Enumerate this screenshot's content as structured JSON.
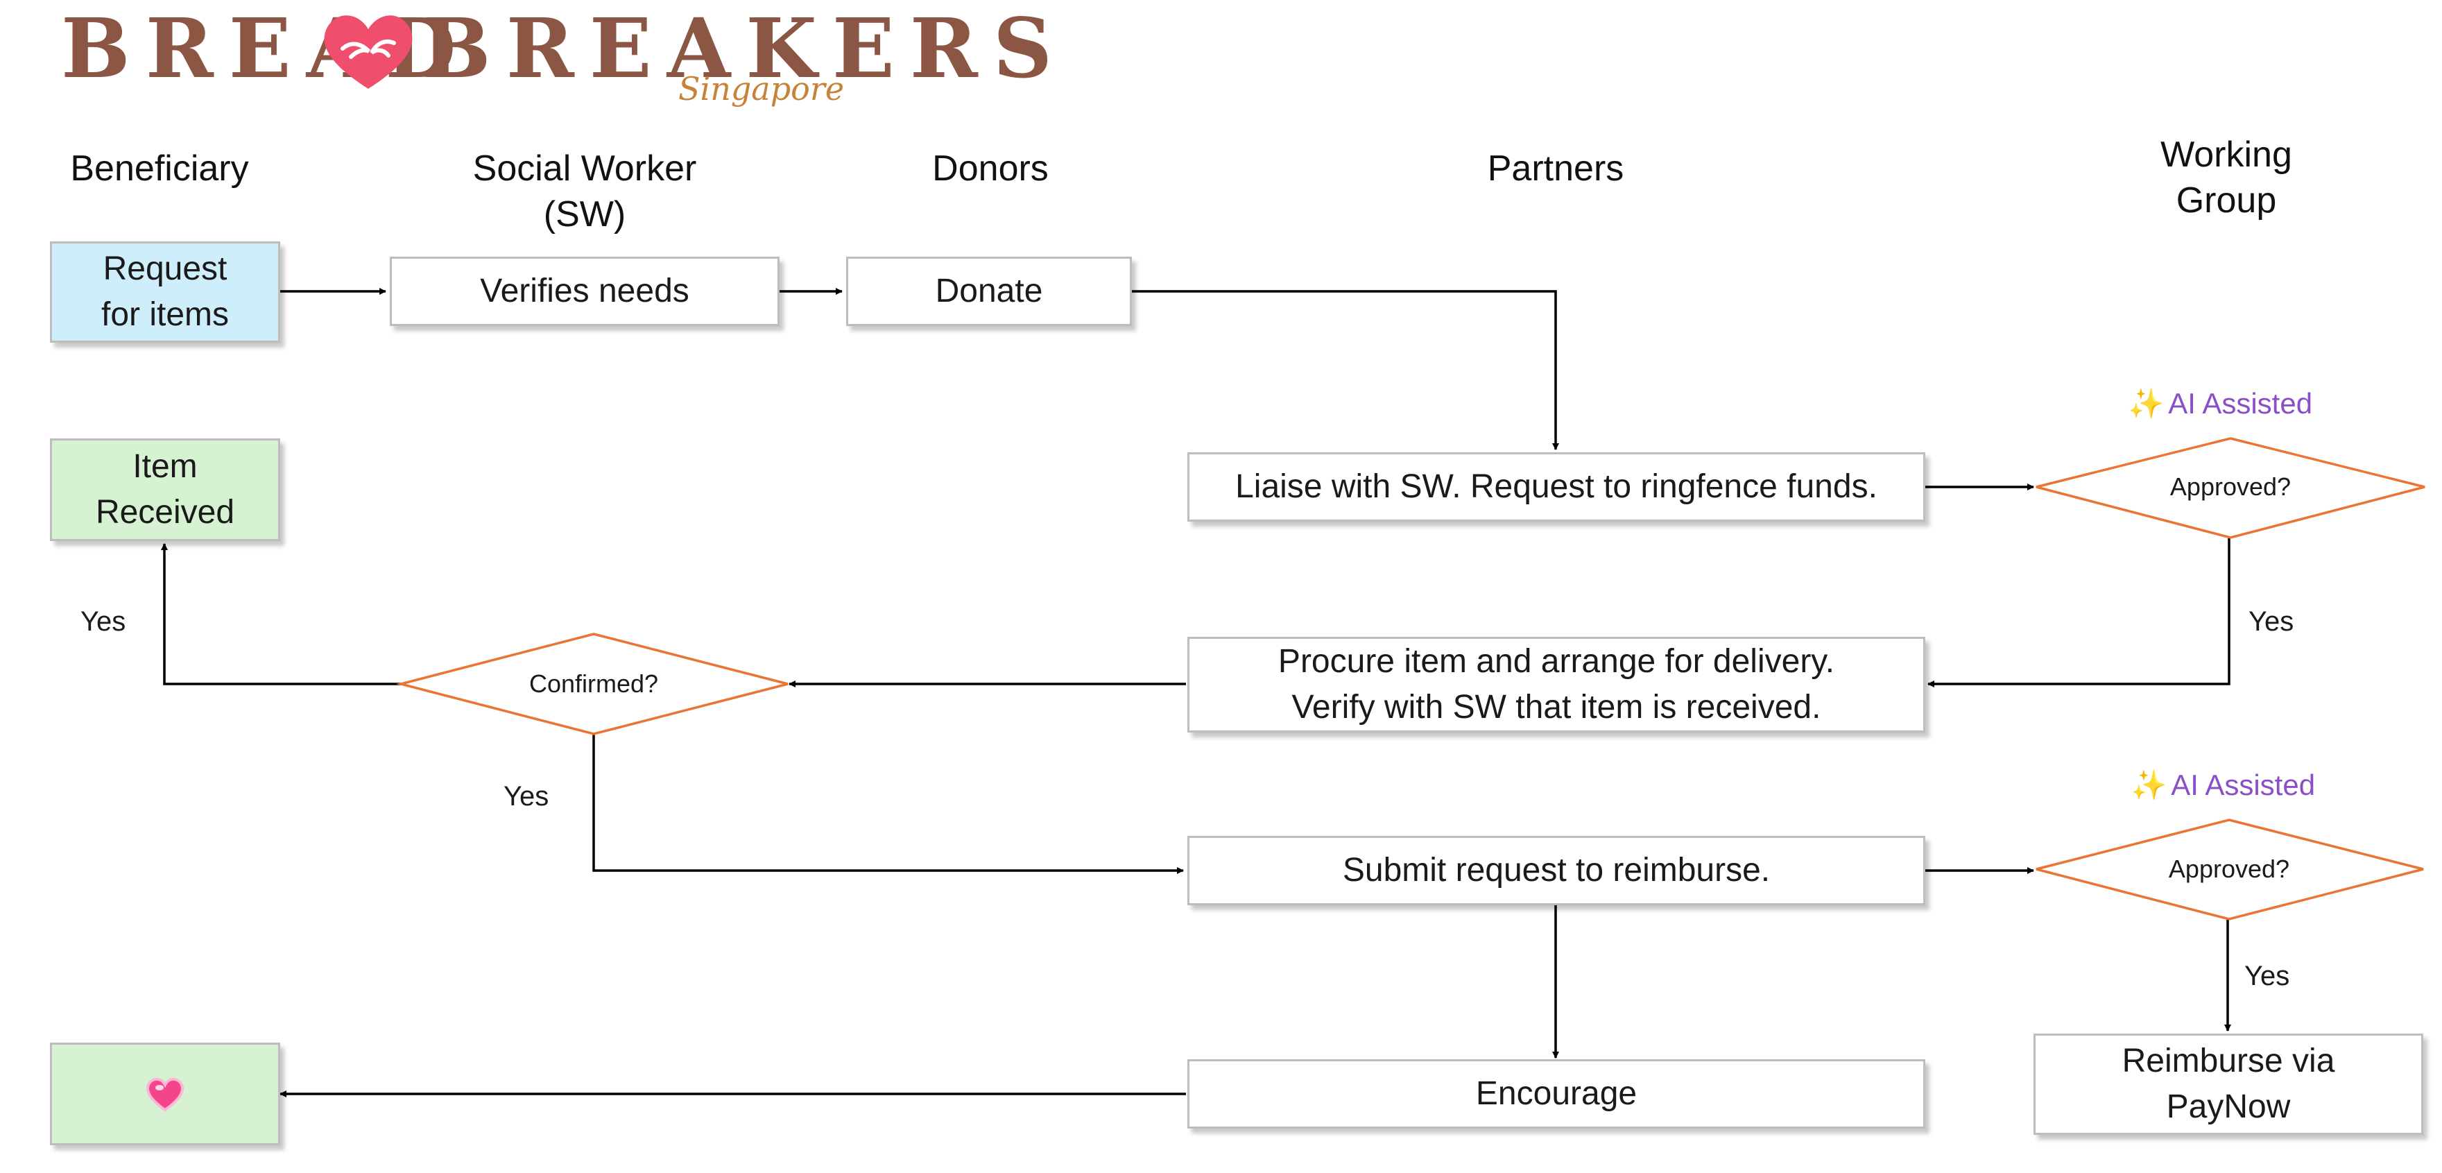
{
  "brand": {
    "word_left": "BREAD",
    "word_right": "BREAKERS",
    "subtitle": "Singapore"
  },
  "columns": [
    "Beneficiary",
    "Social Worker (SW)",
    "Donors",
    "Partners",
    "Working\nGroup"
  ],
  "nodes": {
    "request_items": "Request\nfor items",
    "verifies_needs": "Verifies needs",
    "donate": "Donate",
    "liaise": "Liaise with SW. Request to ringfence funds.",
    "item_received": "Item\nReceived",
    "procure": "Procure item and arrange for delivery.\nVerify with SW that item is received.",
    "submit": "Submit request to reimburse.",
    "encourage": "Encourage",
    "reimburse": "Reimburse via\nPayNow"
  },
  "decisions": {
    "approved_1": "Approved?",
    "confirmed": "Confirmed?",
    "approved_2": "Approved?"
  },
  "edge_labels": {
    "yes_item_received": "Yes",
    "yes_approved_1": "Yes",
    "yes_confirmed": "Yes",
    "yes_approved_2": "Yes"
  },
  "tags": {
    "ai_1": "AI Assisted",
    "ai_2": "AI Assisted",
    "spark_icon": "sparkles-icon"
  },
  "colors": {
    "beneficiary_start": "#cfeefb",
    "beneficiary_end": "#d7f2d2",
    "decision_stroke": "#e87533",
    "ai_text": "#8a4fc7",
    "logo_brown": "#8c5644",
    "logo_heart": "#ef4e6c",
    "heart_icon": "#f2458a"
  },
  "icons": {
    "logo_heart": "heart-hands-icon",
    "encourage_target": "heart-icon"
  }
}
